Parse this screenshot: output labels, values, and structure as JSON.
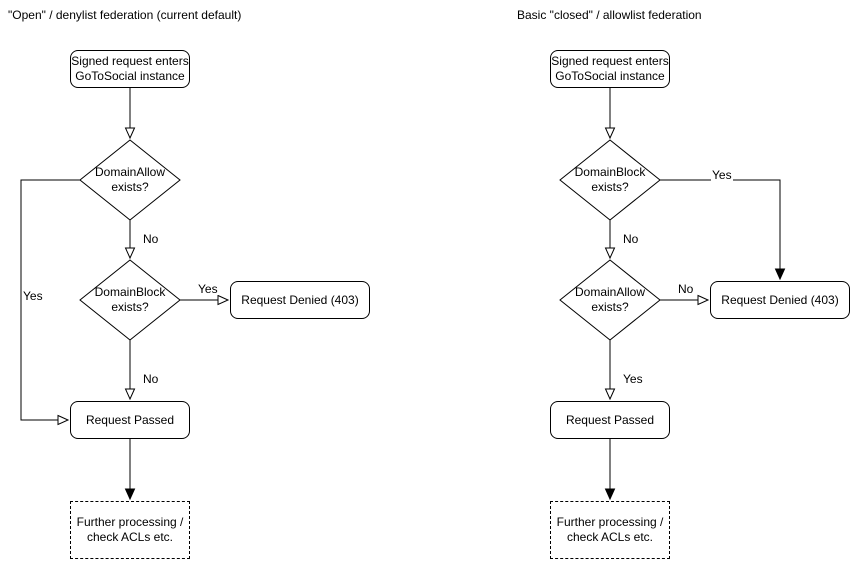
{
  "left": {
    "title": "\"Open\" / denylist federation (current default)",
    "start": {
      "line1": "Signed request enters",
      "line2": "GoToSocial instance"
    },
    "decision1": {
      "line1": "DomainAllow",
      "line2": "exists?"
    },
    "decision2": {
      "line1": "DomainBlock",
      "line2": "exists?"
    },
    "denied": "Request Denied (403)",
    "passed": "Request Passed",
    "further": {
      "line1": "Further processing /",
      "line2": "check ACLs etc."
    },
    "labels": {
      "d1_yes": "Yes",
      "d1_no": "No",
      "d2_yes": "Yes",
      "d2_no": "No"
    }
  },
  "right": {
    "title": "Basic \"closed\" / allowlist federation",
    "start": {
      "line1": "Signed request enters",
      "line2": "GoToSocial instance"
    },
    "decision1": {
      "line1": "DomainBlock",
      "line2": "exists?"
    },
    "decision2": {
      "line1": "DomainAllow",
      "line2": "exists?"
    },
    "denied": "Request Denied (403)",
    "passed": "Request Passed",
    "further": {
      "line1": "Further processing /",
      "line2": "check ACLs etc."
    },
    "labels": {
      "d1_yes": "Yes",
      "d1_no": "No",
      "d2_no": "No",
      "d2_yes": "Yes"
    }
  },
  "colors": {
    "stroke": "#000000",
    "fill": "#ffffff",
    "text": "#000000"
  }
}
